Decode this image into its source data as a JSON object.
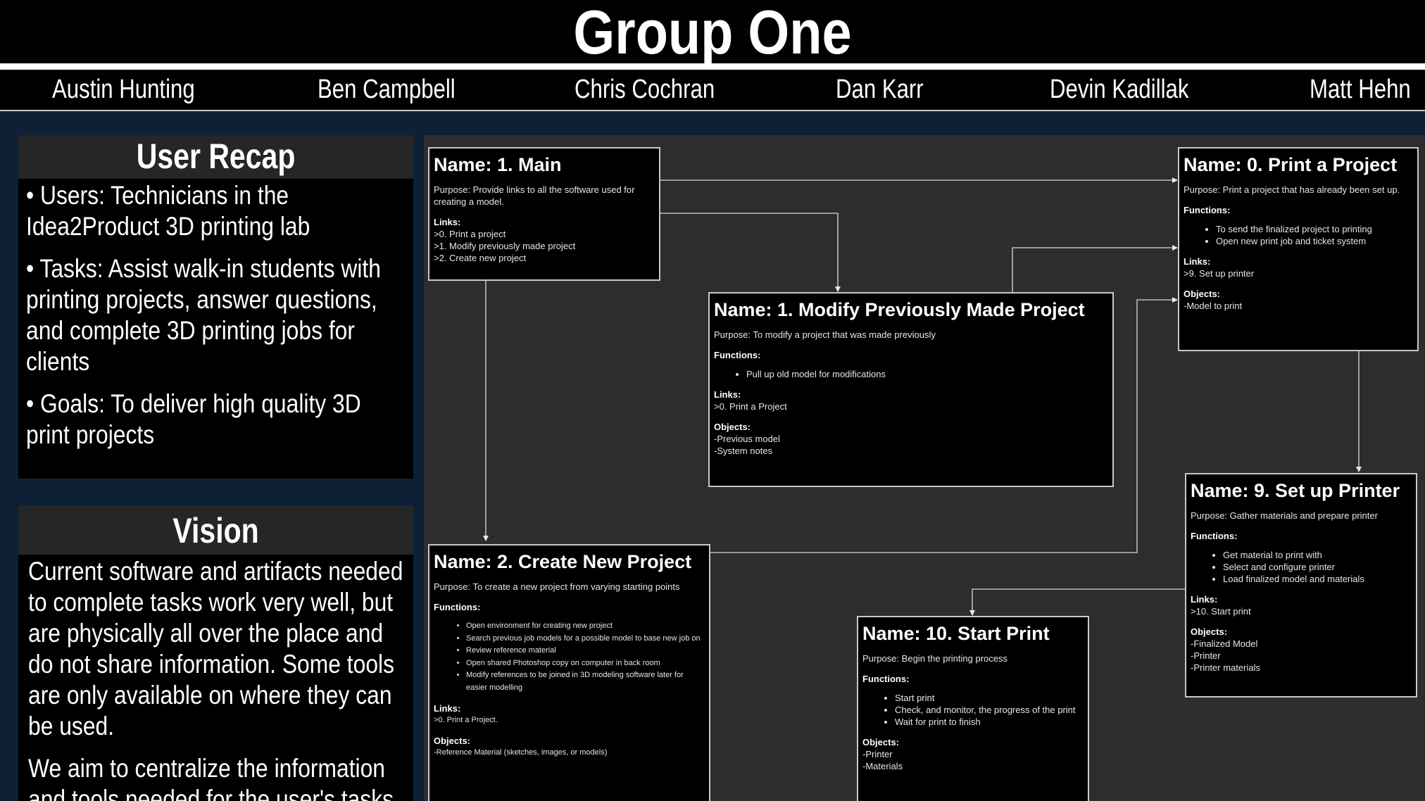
{
  "header": {
    "title": "Group One",
    "members": [
      "Austin Hunting",
      "Ben Campbell",
      "Chris Cochran",
      "Dan Karr",
      "Devin Kadillak",
      "Matt Hehn"
    ]
  },
  "recap": {
    "title": "User Recap",
    "items": [
      "• Users: Technicians in the Idea2Product 3D printing lab",
      "• Tasks: Assist walk-in students with printing projects, answer questions, and complete 3D printing jobs for clients",
      "• Goals: To deliver high quality 3D print projects"
    ]
  },
  "vision": {
    "title": "Vision",
    "paragraphs": [
      "Current software and artifacts needed to complete tasks work very well, but are physically all over the place and do not share information. Some tools are only available on where they can be used.",
      "We aim to centralize the information and tools needed for the user's tasks"
    ]
  },
  "labels": {
    "purpose": "Purpose:",
    "functions": "Functions:",
    "links": "Links:",
    "objects": "Objects:"
  },
  "nodes": {
    "main": {
      "name": "Name: 1. Main",
      "purpose": "Provide links to all the software used for creating a model.",
      "links": [
        ">0. Print a project",
        ">1. Modify previously made project",
        ">2. Create new project"
      ]
    },
    "print": {
      "name": "Name: 0. Print a Project",
      "purpose": "Print a project that has already been set up.",
      "functions": [
        "To send the finalized project to printing",
        "Open new print job and ticket system"
      ],
      "links": [
        ">9. Set up printer"
      ],
      "objects": [
        "-Model to print"
      ]
    },
    "modify": {
      "name": "Name: 1. Modify Previously Made Project",
      "purpose": "To modify a project that was made previously",
      "functions": [
        "Pull up old model for modifications"
      ],
      "links": [
        ">0. Print a Project"
      ],
      "objects": [
        "-Previous model",
        "-System notes"
      ]
    },
    "create": {
      "name": "Name: 2. Create New Project",
      "purpose": "To create a new project from varying starting points",
      "functions": [
        "Open environment for creating new project",
        "Search previous job models for a possible model to base new job on",
        "Review reference material",
        "Open shared Photoshop copy on computer in back room",
        "Modify references to be joined in 3D modeling software later for easier modelling"
      ],
      "links": [
        ">0. Print a Project."
      ],
      "objects": [
        "-Reference Material (sketches, images, or models)"
      ]
    },
    "setup": {
      "name": "Name: 9. Set up Printer",
      "purpose": "Gather materials and prepare printer",
      "functions": [
        "Get material to print with",
        "Select and configure printer",
        "Load finalized model and materials"
      ],
      "links": [
        ">10. Start print"
      ],
      "objects": [
        "-Finalized Model",
        "-Printer",
        "-Printer materials"
      ]
    },
    "start": {
      "name": "Name: 10. Start Print",
      "purpose": "Begin the printing process",
      "functions": [
        "Start print",
        "Check, and monitor, the progress of the print",
        "Wait for print to finish"
      ],
      "objects": [
        "-Printer",
        "-Materials"
      ]
    }
  }
}
